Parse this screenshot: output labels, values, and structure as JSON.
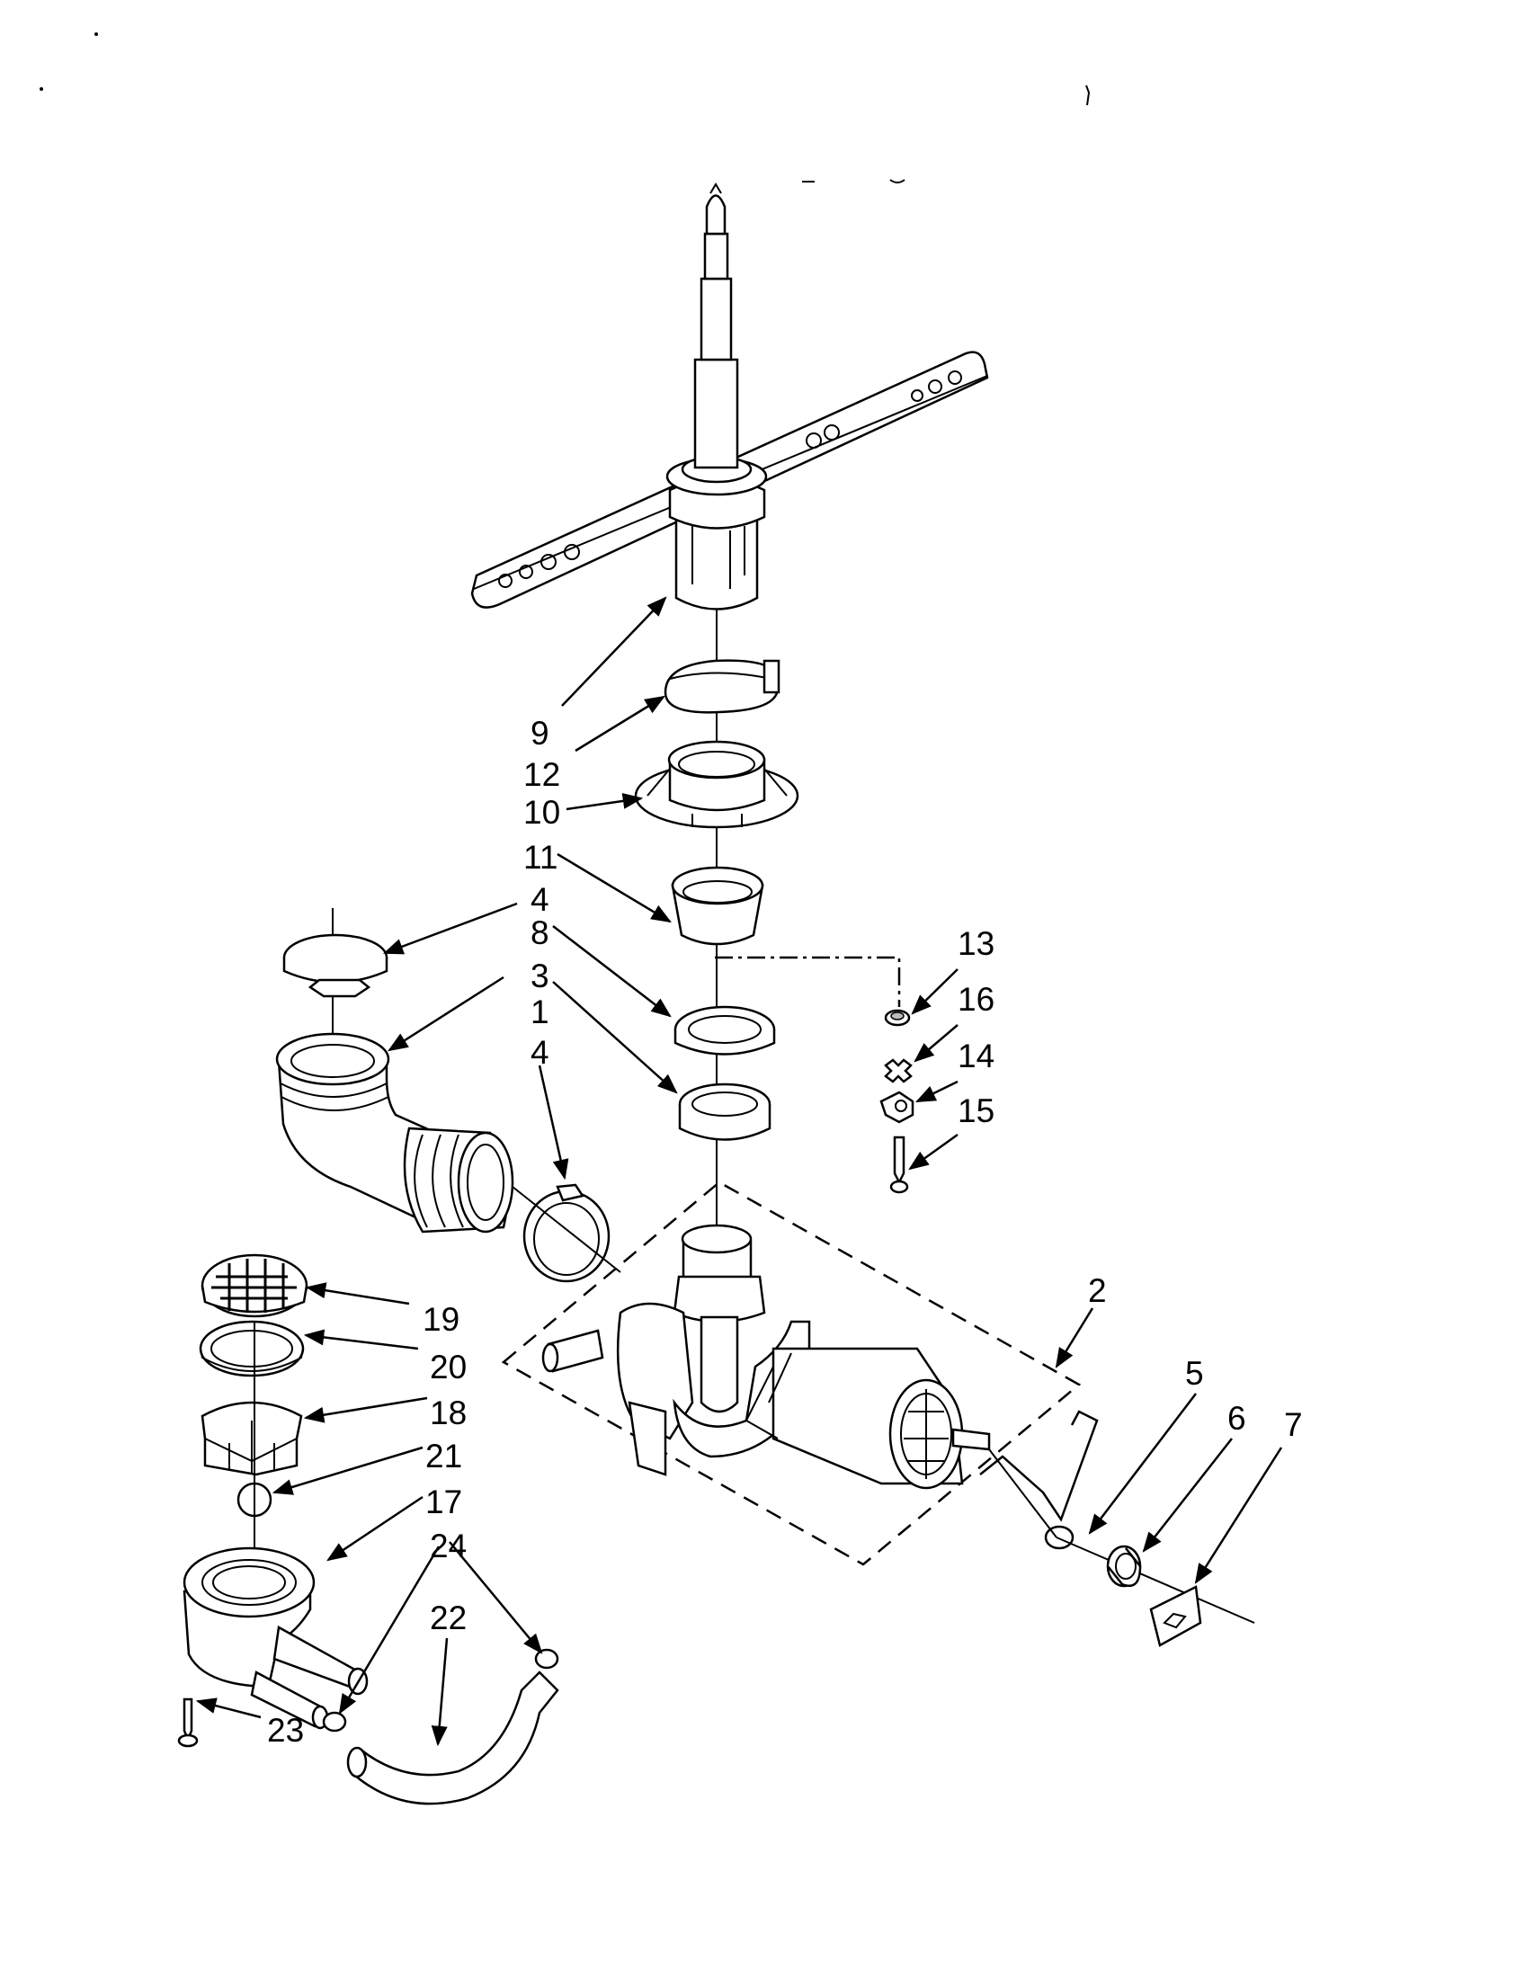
{
  "diagram": {
    "labels": {
      "c1": "1",
      "c2": "2",
      "c3": "3",
      "c4a": "4",
      "c4b": "4",
      "c5": "5",
      "c6": "6",
      "c7": "7",
      "c8": "8",
      "c9": "9",
      "c10": "10",
      "c11": "11",
      "c12": "12",
      "c13": "13",
      "c14": "14",
      "c15": "15",
      "c16": "16",
      "c17": "17",
      "c18": "18",
      "c19": "19",
      "c20": "20",
      "c21": "21",
      "c22": "22",
      "c23": "23",
      "c24": "24"
    }
  }
}
